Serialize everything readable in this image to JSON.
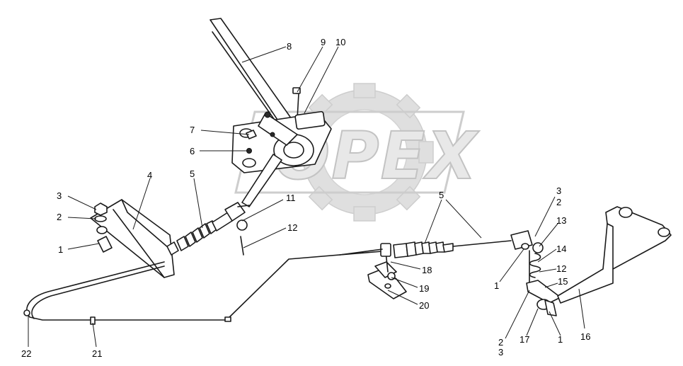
{
  "watermark": {
    "text": "OPEX"
  },
  "callouts": [
    {
      "id": "c8",
      "text": "8"
    },
    {
      "id": "c9",
      "text": "9"
    },
    {
      "id": "c10",
      "text": "10"
    },
    {
      "id": "c7",
      "text": "7"
    },
    {
      "id": "c6",
      "text": "6"
    },
    {
      "id": "c4",
      "text": "4"
    },
    {
      "id": "c3",
      "text": "3"
    },
    {
      "id": "c2",
      "text": "2"
    },
    {
      "id": "c1",
      "text": "1"
    },
    {
      "id": "c5",
      "text": "5"
    },
    {
      "id": "c11",
      "text": "11"
    },
    {
      "id": "c12",
      "text": "12"
    },
    {
      "id": "c5r",
      "text": "5"
    },
    {
      "id": "c3r",
      "text": "3"
    },
    {
      "id": "c2r",
      "text": "2"
    },
    {
      "id": "c13",
      "text": "13"
    },
    {
      "id": "c14",
      "text": "14"
    },
    {
      "id": "c12r",
      "text": "12"
    },
    {
      "id": "c15",
      "text": "15"
    },
    {
      "id": "c1r",
      "text": "1"
    },
    {
      "id": "c18",
      "text": "18"
    },
    {
      "id": "c19",
      "text": "19"
    },
    {
      "id": "c20",
      "text": "20"
    },
    {
      "id": "c1b",
      "text": "1"
    },
    {
      "id": "c16",
      "text": "16"
    },
    {
      "id": "c17",
      "text": "17"
    },
    {
      "id": "c1c",
      "text": "1"
    },
    {
      "id": "c2b",
      "text": "2"
    },
    {
      "id": "c3b",
      "text": "3"
    },
    {
      "id": "c22",
      "text": "22"
    },
    {
      "id": "c21",
      "text": "21"
    }
  ]
}
